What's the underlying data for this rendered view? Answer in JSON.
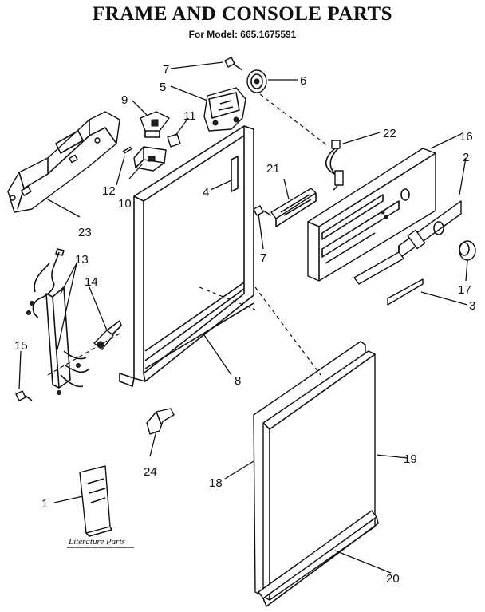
{
  "header": {
    "title": "FRAME AND CONSOLE PARTS",
    "subtitle": "For Model: 665.1675591"
  },
  "callouts": {
    "c1": "1",
    "c2": "2",
    "c3": "3",
    "c4": "4",
    "c5": "5",
    "c6": "6",
    "c7a": "7",
    "c7b": "7",
    "c8": "8",
    "c9": "9",
    "c10": "10",
    "c11": "11",
    "c12": "12",
    "c13": "13",
    "c14": "14",
    "c15": "15",
    "c16": "16",
    "c17": "17",
    "c18": "18",
    "c19": "19",
    "c20": "20",
    "c21": "21",
    "c22": "22",
    "c23": "23",
    "c24": "24"
  },
  "literature": {
    "label": "Literature Parts"
  }
}
